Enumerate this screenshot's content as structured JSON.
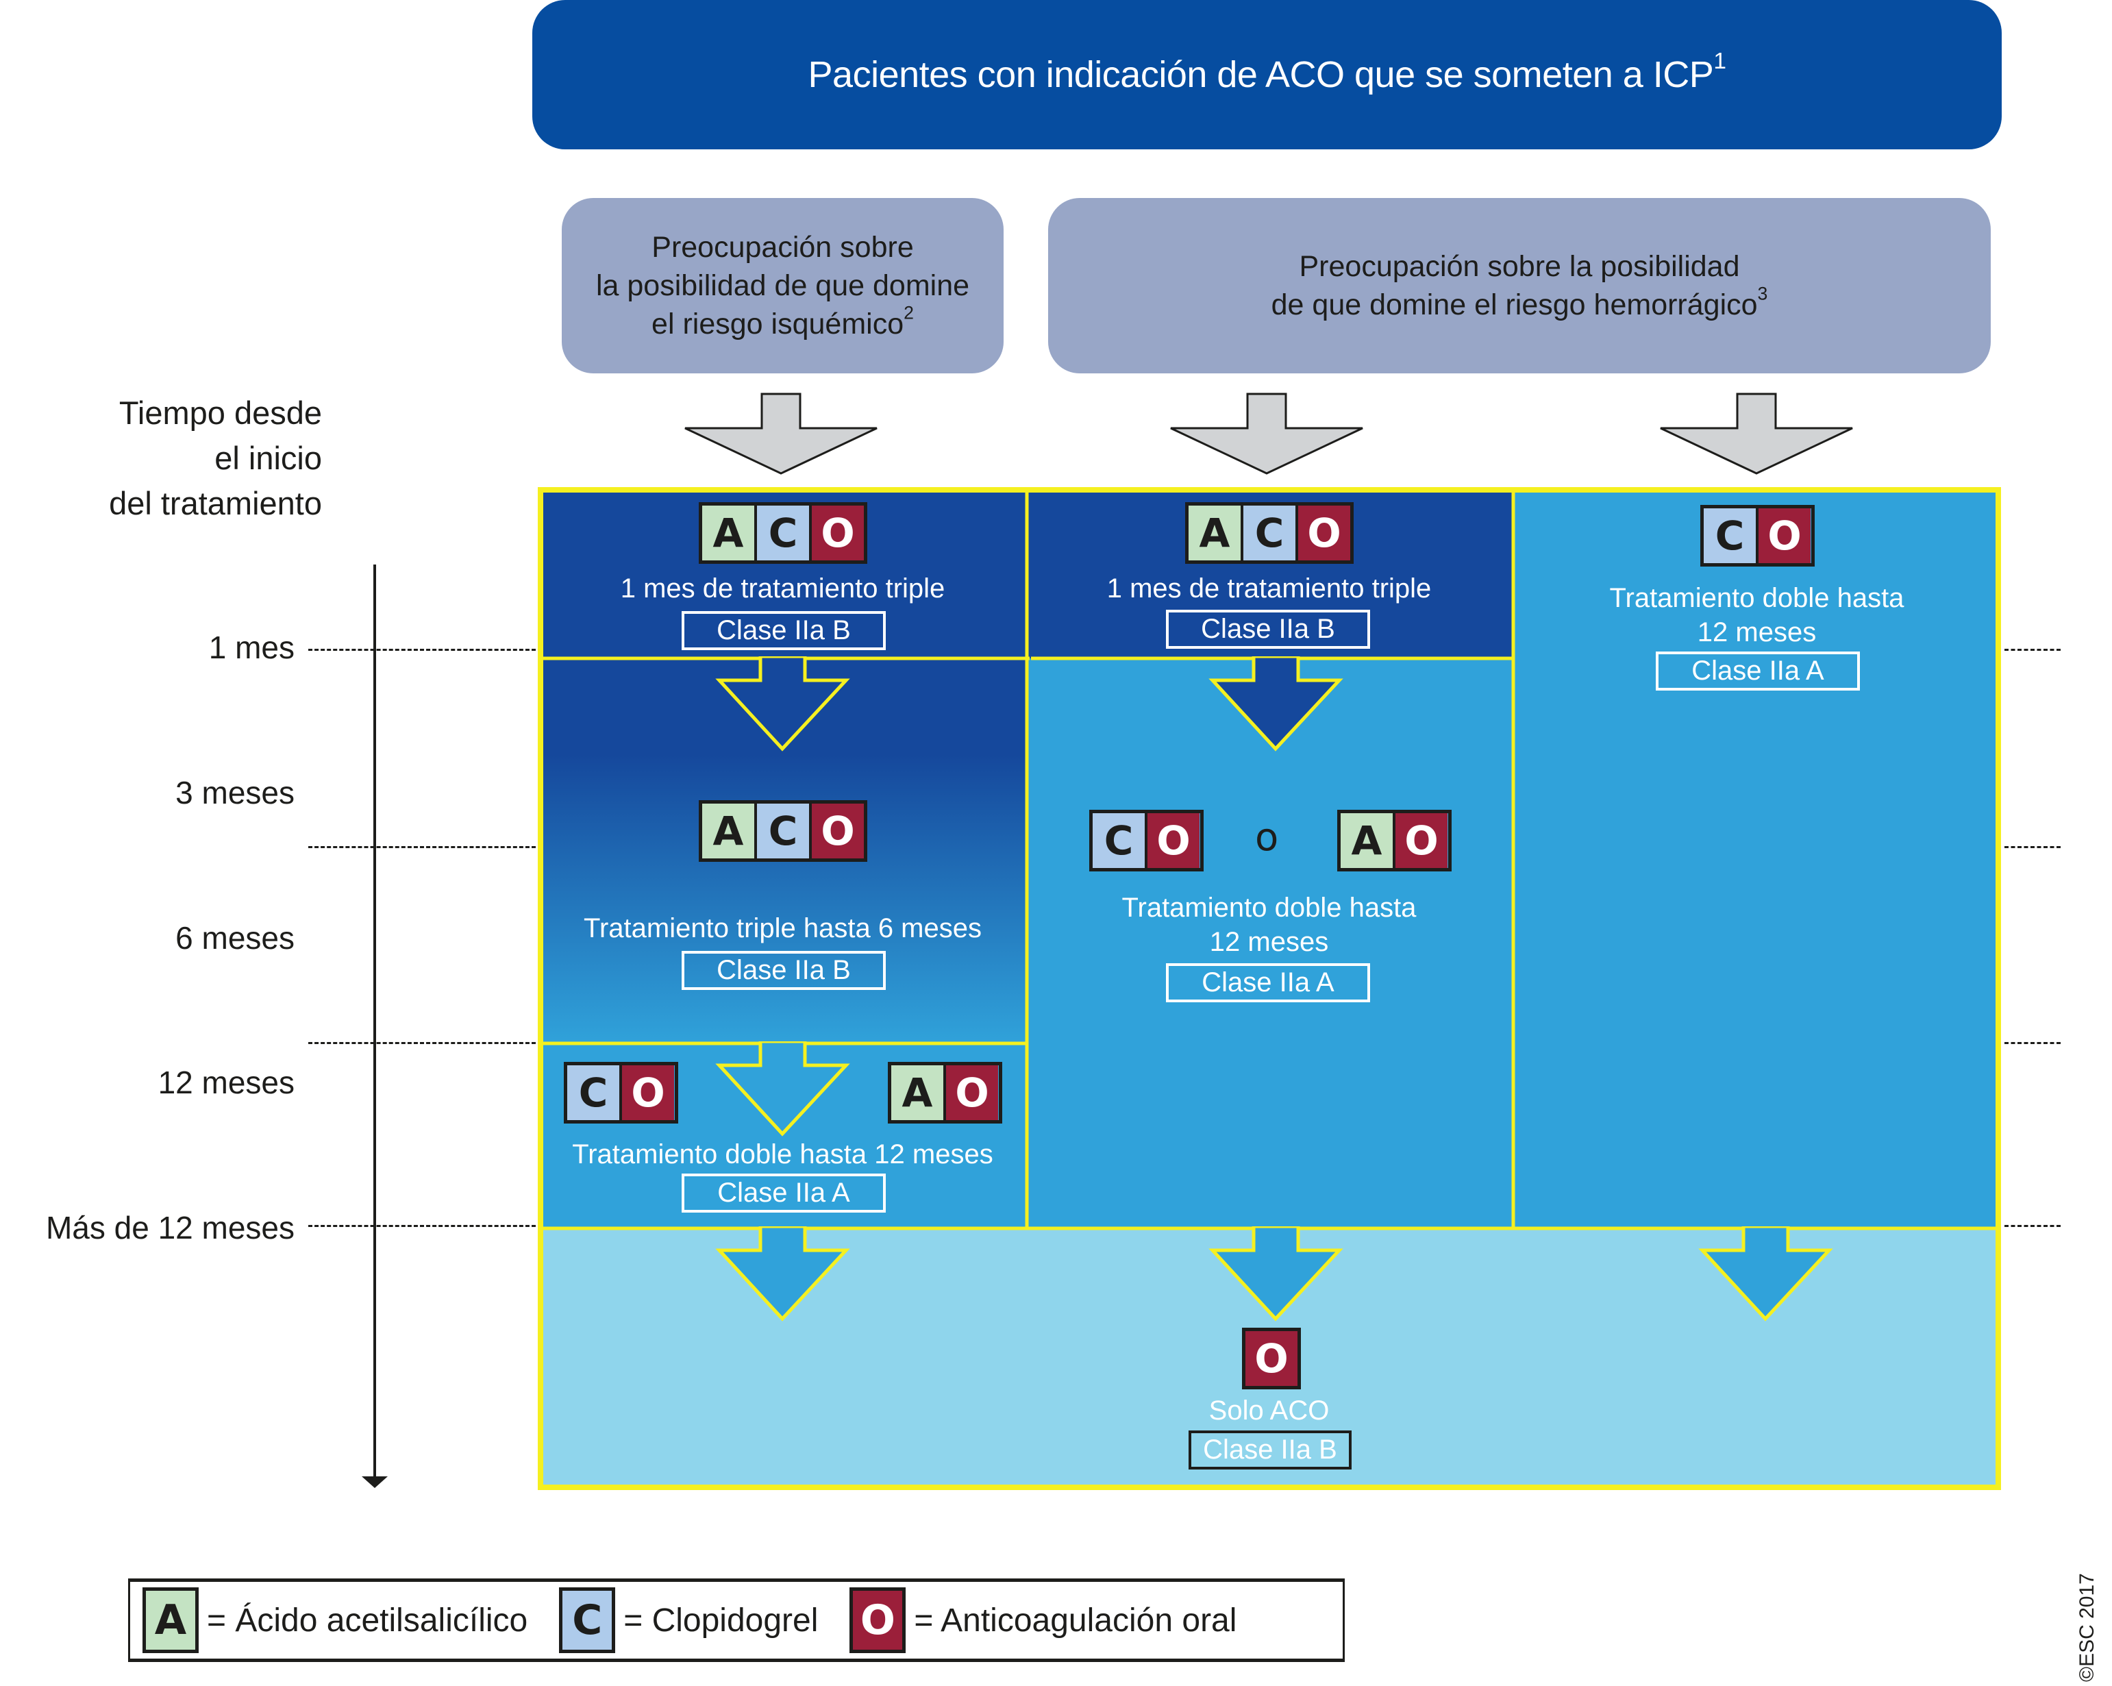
{
  "title": {
    "text": "Pacientes con indicación de ACO que se someten a ICP",
    "footnote": "1"
  },
  "concerns": [
    {
      "text": "Preocupación sobre\nla posibilidad de que domine\nel riesgo isquémico",
      "footnote": "2"
    },
    {
      "text": "Preocupación sobre la posibilidad\nde que domine el riesgo hemorrágico",
      "footnote": "3"
    }
  ],
  "timeline": {
    "title": "Tiempo desde\nel inicio\ndel tratamiento",
    "ticks": [
      "1 mes",
      "3 meses",
      "6 meses",
      "12 meses",
      "Más de 12 meses"
    ]
  },
  "columns": [
    {
      "name": "ischemic",
      "stages": [
        {
          "drugs": [
            "A",
            "C",
            "O"
          ],
          "text": "1 mes de tratamiento triple",
          "class": "Clase IIa B"
        },
        {
          "drugs": [
            "A",
            "C",
            "O"
          ],
          "text": "Tratamiento triple hasta 6 meses",
          "class": "Clase IIa B"
        },
        {
          "drug_options": [
            [
              "C",
              "O"
            ],
            [
              "A",
              "O"
            ]
          ],
          "text": "Tratamiento doble hasta 12 meses",
          "class": "Clase IIa A"
        }
      ]
    },
    {
      "name": "bleeding-triple-first",
      "stages": [
        {
          "drugs": [
            "A",
            "C",
            "O"
          ],
          "text": "1 mes de tratamiento triple",
          "class": "Clase IIa B"
        },
        {
          "drug_options": [
            [
              "C",
              "O"
            ],
            [
              "A",
              "O"
            ]
          ],
          "or_text": "o",
          "text": "Tratamiento doble hasta\n12 meses",
          "class": "Clase IIa A"
        }
      ]
    },
    {
      "name": "bleeding-dual",
      "stages": [
        {
          "drugs": [
            "C",
            "O"
          ],
          "text": "Tratamiento doble hasta\n12 meses",
          "class": "Clase IIa A"
        }
      ]
    }
  ],
  "final": {
    "drugs": [
      "O"
    ],
    "text": "Solo ACO",
    "class": "Clase IIa B"
  },
  "legend": [
    {
      "letter": "A",
      "label": "= Ácido acetilsalicílico"
    },
    {
      "letter": "C",
      "label": "= Clopidogrel"
    },
    {
      "letter": "O",
      "label": "= Anticoagulación oral"
    }
  ],
  "copyright": "©ESC 2017",
  "colors": {
    "title_blue": "#064da0",
    "concern_grey": "#98a6c7",
    "dark_blue": "#15489c",
    "mid_blue": "#30a2da",
    "light_blue": "#8fd5ec",
    "frame_yellow": "#f5f020",
    "aspirin_green": "#c4e3c3",
    "clopidogrel_blue": "#aecbeb",
    "oac_red": "#9b1f3a"
  }
}
